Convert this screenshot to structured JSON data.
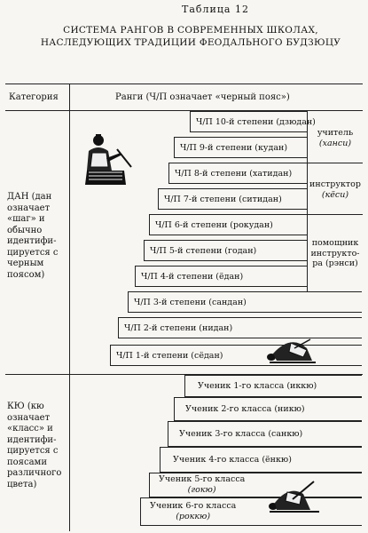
{
  "table_number": "Таблица 12",
  "title_line1": "СИСТЕМА РАНГОВ В СОВРЕМЕННЫХ ШКОЛАХ,",
  "title_line2": "НАСЛЕДУЮЩИХ ТРАДИЦИИ ФЕОДАЛЬНОГО БУДЗЮЦУ",
  "header": {
    "category": "Категория",
    "ranks": "Ранги (Ч/П означает «черный пояс»)"
  },
  "dan_section": {
    "description_lines": [
      "ДАН (дан",
      "означает",
      "«шаг» и",
      "обычно",
      "идентифи-",
      "цируется с",
      "черным",
      "поясом)"
    ],
    "ranks": [
      "Ч/П 10-й степени (дзюдан)",
      "Ч/П 9-й степени (кудан)",
      "Ч/П 8-й степени (хатидан)",
      "Ч/П 7-й степени (ситидан)",
      "Ч/П 6-й степени (рокудан)",
      "Ч/П 5-й степени (годан)",
      "Ч/П 4-й степени (ёдан)",
      "Ч/П 3-й степени (сандан)",
      "Ч/П 2-й степени (нидан)",
      "Ч/П 1-й степени (сёдан)"
    ],
    "titles": [
      [
        "учитель",
        "(ханси)"
      ],
      [
        "инструктор",
        "(кёси)"
      ],
      [
        "помощник",
        "инструкто-",
        "ра (рэнси)"
      ]
    ]
  },
  "kyu_section": {
    "description_lines": [
      "КЮ (кю",
      "означает",
      "«класс» и",
      "идентифи-",
      "цируется с",
      "поясами",
      "различного",
      "цвета)"
    ],
    "ranks": [
      "Ученик 1-го класса (иккю)",
      "Ученик 2-го класса (никю)",
      "Ученик 3-го класса (санкю)",
      "Ученик 4-го класса (ёнкю)",
      [
        "Ученик 5-го класса",
        "(гокю)"
      ],
      [
        "Ученик 6-го класса",
        "(роккю)"
      ]
    ]
  }
}
